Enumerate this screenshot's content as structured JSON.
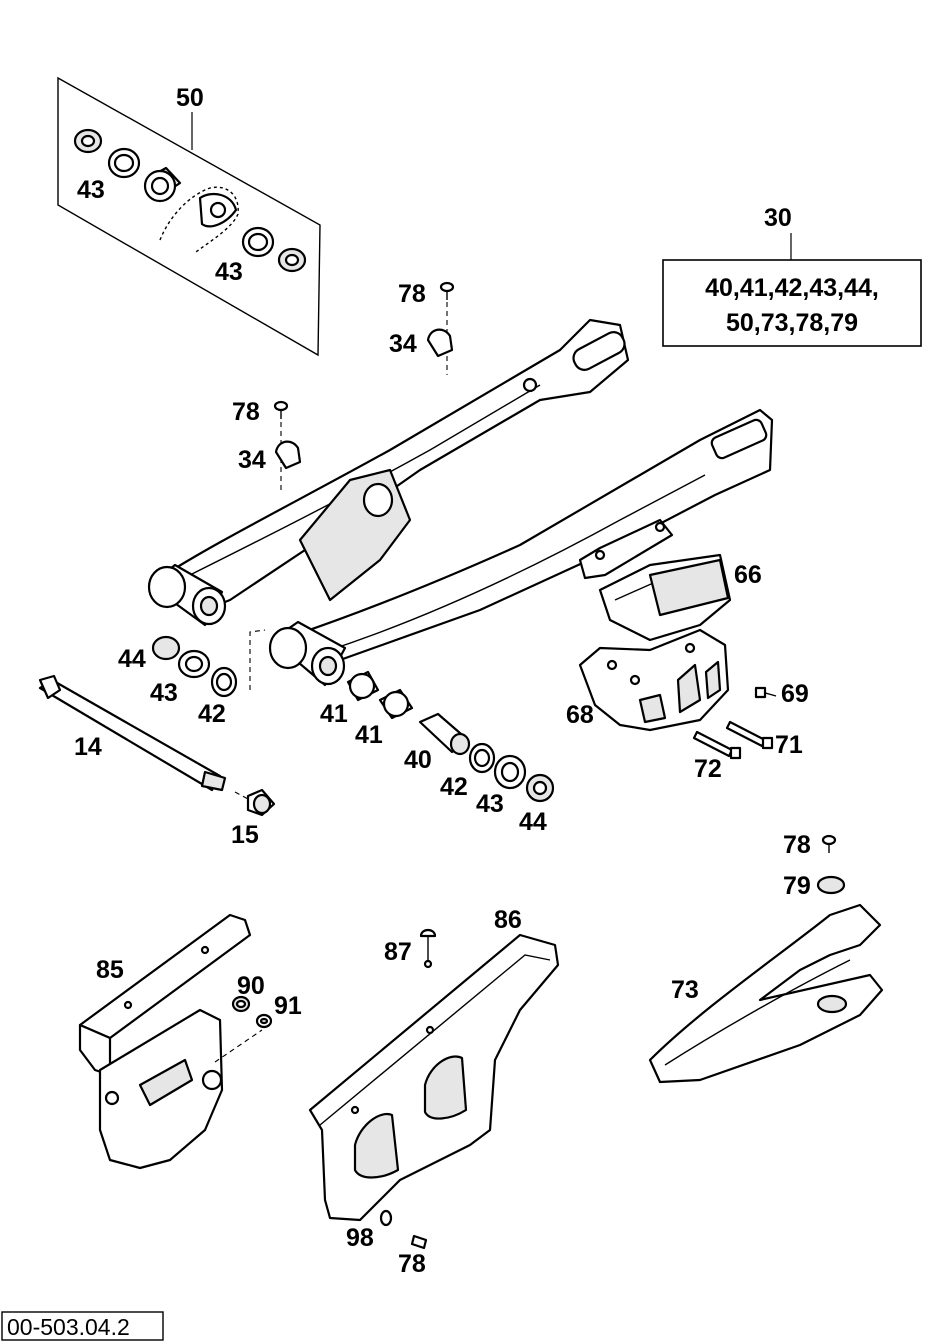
{
  "labels": {
    "p50": "50",
    "p43_kit_a": "43",
    "p43_kit_b": "43",
    "p30": "30",
    "p78_a": "78",
    "p34_a": "34",
    "p78_b": "78",
    "p34_b": "34",
    "p66": "66",
    "p44_a": "44",
    "p43_a": "43",
    "p42_a": "42",
    "p14": "14",
    "p41_a": "41",
    "p41_b": "41",
    "p40": "40",
    "p42_b": "42",
    "p43_b": "43",
    "p44_b": "44",
    "p15": "15",
    "p68": "68",
    "p69": "69",
    "p71": "71",
    "p72": "72",
    "p78_c": "78",
    "p79": "79",
    "p73": "73",
    "p85": "85",
    "p90": "90",
    "p91": "91",
    "p86": "86",
    "p87": "87",
    "p98": "98",
    "p78_d": "78"
  },
  "kit_box": {
    "line1": "40,41,42,43,44,",
    "line2": "50,73,78,79"
  },
  "drawing_ref": "00-503.04.2",
  "colors": {
    "ink": "#000000",
    "paper": "#ffffff",
    "shade": "#e6e6e6"
  }
}
